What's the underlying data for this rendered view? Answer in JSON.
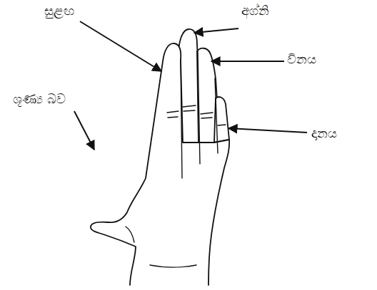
{
  "diagram": {
    "labels": [
      "සුළඟ",
      "අග්නි",
      "විනය",
      "ශූණ්‍ය බව",
      "දානය"
    ]
  }
}
